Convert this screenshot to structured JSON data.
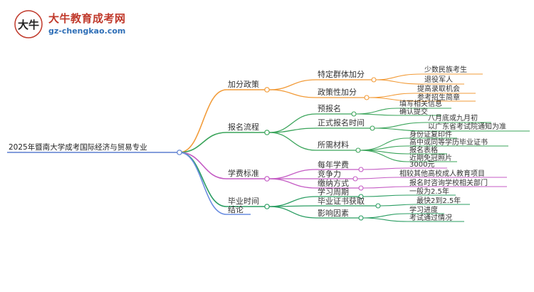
{
  "logo": {
    "mark_text": "大牛",
    "title": "大牛教育成考网",
    "url": "gz-chengkao.com"
  },
  "root": "2025年暨南大学成考国际经济与贸易专业",
  "branches": {
    "bonus": {
      "label": "加分政策",
      "color": "#f29b38",
      "groups": [
        {
          "label": "特定群体加分",
          "items": [
            "少数民族考生",
            "退役军人"
          ]
        },
        {
          "label": "政策性加分",
          "items": [
            "提高录取机会",
            "参考招生简章"
          ]
        }
      ]
    },
    "process": {
      "label": "报名流程",
      "color": "#3aa45a",
      "groups": [
        {
          "label": "预报名",
          "items": [
            "填写相关信息",
            "确认提交"
          ]
        },
        {
          "label": "正式报名时间",
          "items": [
            "八月底或九月初",
            "以广东省考试院通知为准"
          ]
        },
        {
          "label": "所需材料",
          "items": [
            "身份证复印件",
            "高中或同等学历毕业证书",
            "报名表格",
            "近期免冠照片"
          ]
        }
      ]
    },
    "fees": {
      "label": "学费标准",
      "color": "#c45bc4",
      "groups": [
        {
          "label": "每年学费",
          "items": [
            "3000元"
          ]
        },
        {
          "label": "竞争力",
          "items": [
            "相较其他高校成人教育项目"
          ]
        },
        {
          "label": "缴纳方式",
          "items": [
            "报名时咨询学校相关部门"
          ]
        }
      ]
    },
    "graduation": {
      "label": "毕业时间",
      "color": "#2a9d62",
      "groups": [
        {
          "label": "学习周期",
          "items": [
            "一般为2.5年"
          ]
        },
        {
          "label": "毕业证书获取",
          "items": [
            "最快2到2.5年"
          ]
        },
        {
          "label": "影响因素",
          "items": [
            "学习进度",
            "考试通过情况"
          ]
        }
      ]
    },
    "conclusion": {
      "label": "结论",
      "color": "#6a8de0"
    }
  }
}
